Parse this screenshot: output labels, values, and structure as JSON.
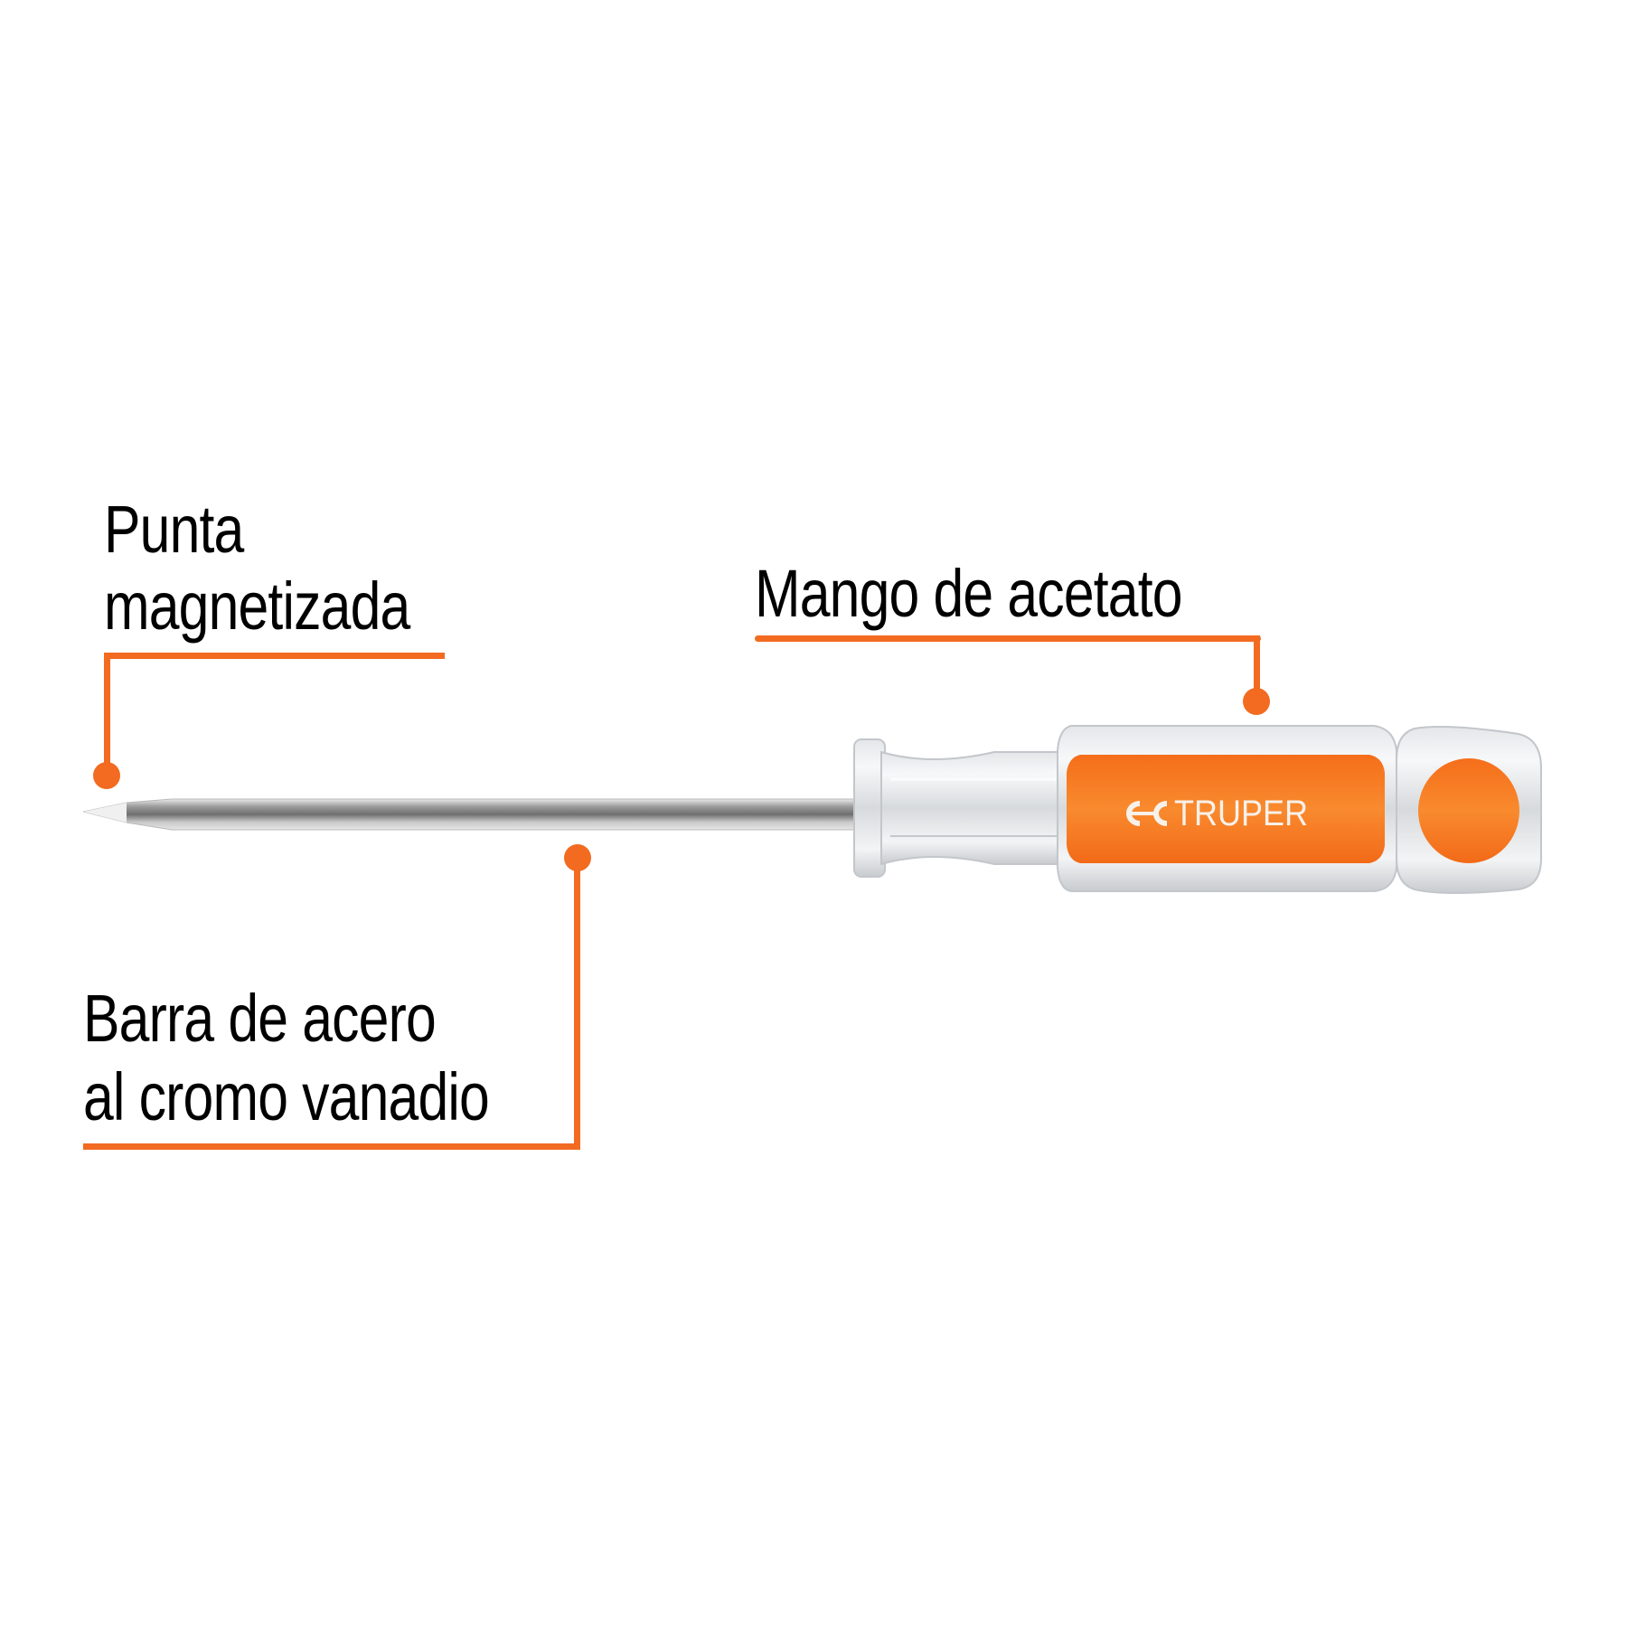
{
  "callouts": {
    "tip": {
      "line1": "Punta",
      "line2": "magnetizada"
    },
    "handle": {
      "line1": "Mango de acetato"
    },
    "shaft": {
      "line1": "Barra de acero",
      "line2": "al cromo vanadio"
    }
  },
  "product": {
    "brand": "TRUPER",
    "logo_icon": "truper-logo-icon",
    "type": "screwdriver"
  },
  "colors": {
    "accent": "#f26b21",
    "handle_orange": "#f77b22",
    "text": "#000000",
    "background": "#ffffff"
  }
}
